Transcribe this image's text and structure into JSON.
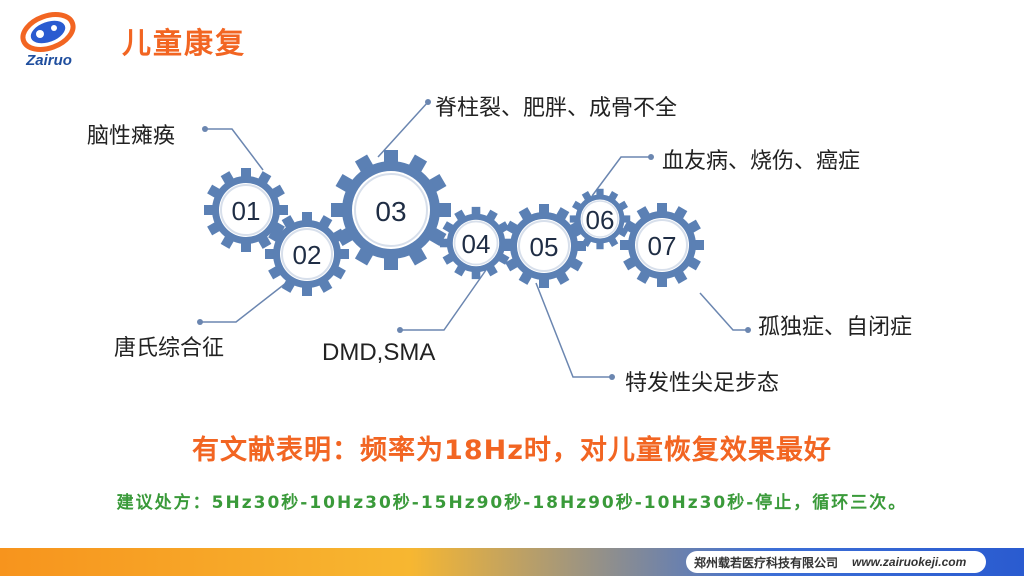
{
  "brand": {
    "logo_text": "Zairuo"
  },
  "title": "儿童康复",
  "gears": [
    {
      "num": "01"
    },
    {
      "num": "02"
    },
    {
      "num": "03"
    },
    {
      "num": "04"
    },
    {
      "num": "05"
    },
    {
      "num": "06"
    },
    {
      "num": "07"
    }
  ],
  "labels": {
    "l01": "脑性瘫痪",
    "l02": "唐氏综合征",
    "l03": "脊柱裂、肥胖、成骨不全",
    "l04": "DMD,SMA",
    "l05": "特发性尖足步态",
    "l06": "血友病、烧伤、癌症",
    "l07": "孤独症、自闭症"
  },
  "conclusion": "有文献表明：频率为18Hz时，对儿童恢复效果最好",
  "prescription": "建议处方：5Hz30秒-10Hz30秒-15Hz90秒-18Hz90秒-10Hz30秒-停止，循环三次。",
  "footer": {
    "company": "郑州载若医疗科技有限公司",
    "website": "www.zairuokeji.com"
  },
  "colors": {
    "gear_fill": "#5b80b4",
    "title": "#f26522",
    "conclusion": "#f26522",
    "prescription": "#3a9a3a",
    "connector": "#6b86b0"
  }
}
